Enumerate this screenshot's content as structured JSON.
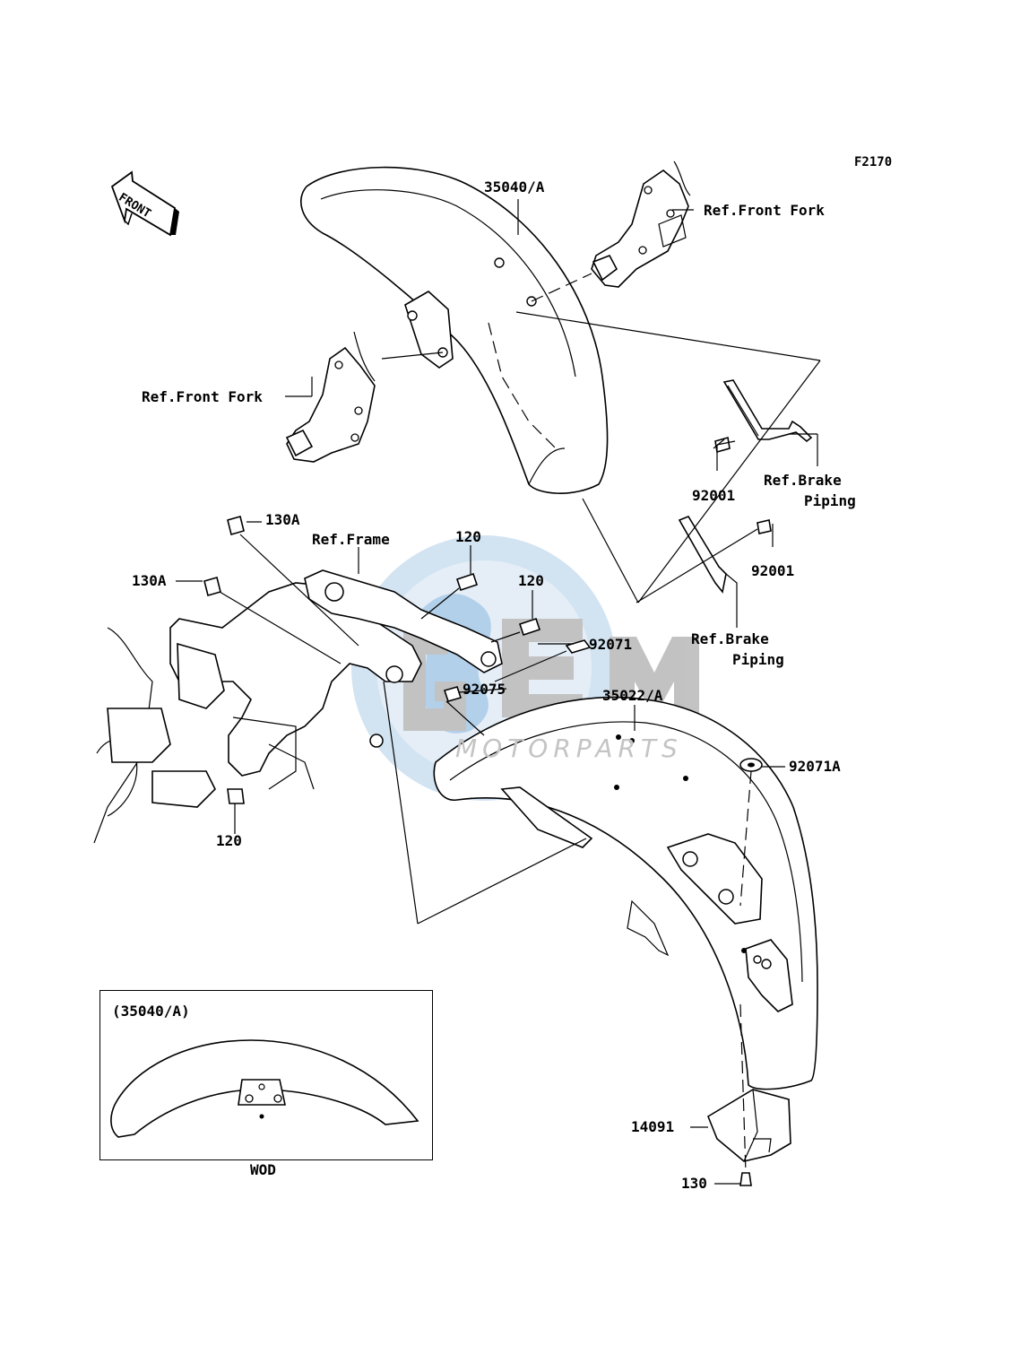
{
  "diagram_code": "F2170",
  "front_arrow_label": "FRONT",
  "watermark": {
    "brand": "GEM",
    "tagline": "MOTORPARTS",
    "colors": {
      "circle": "#9fc3e4",
      "letters": "#b8b8b8"
    }
  },
  "labels": {
    "p35040A": "35040/A",
    "ref_front_fork_top": "Ref.Front Fork",
    "ref_front_fork_left": "Ref.Front Fork",
    "ref_brake_piping_top": [
      "Ref.Brake",
      "Piping"
    ],
    "p92001_upper": "92001",
    "p92001_lower": "92001",
    "ref_brake_piping_bottom": [
      "Ref.Brake",
      "Piping"
    ],
    "p130A_top": "130A",
    "p130A_left": "130A",
    "ref_frame": "Ref.Frame",
    "p120_a": "120",
    "p120_b": "120",
    "p120_c": "120",
    "p92071": "92071",
    "p92075": "92075",
    "p35022A": "35022/A",
    "p92071A": "92071A",
    "p14091": "14091",
    "p130": "130"
  },
  "inset": {
    "title": "(35040/A)",
    "caption": "WOD"
  }
}
